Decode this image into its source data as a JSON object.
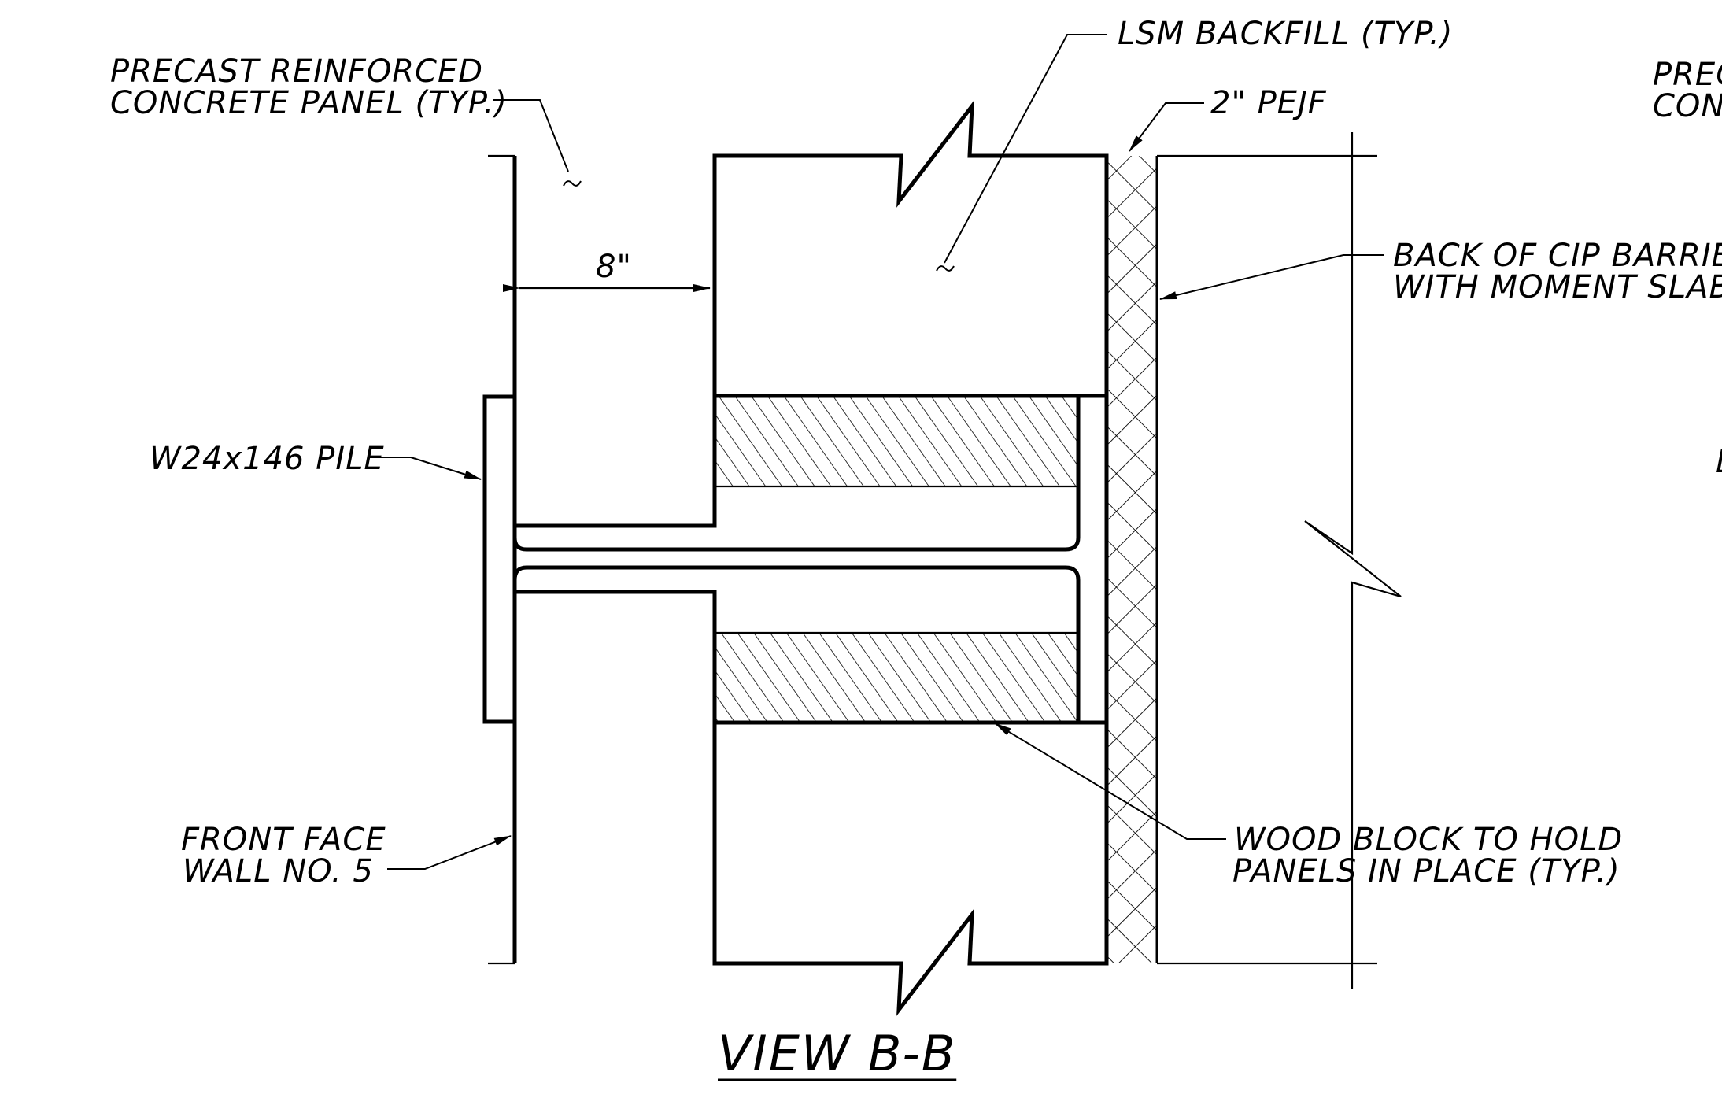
{
  "title": "VIEW B-B",
  "labels": {
    "precast_panel_line1": "PRECAST REINFORCED",
    "precast_panel_line2": "CONCRETE PANEL (TYP.)",
    "lsm_backfill": "LSM BACKFILL (TYP.)",
    "pejf": "2\" PEJF",
    "right_cut_line1": "PREC",
    "right_cut_line2": "CONC",
    "cip_barrier_line1": "BACK OF CIP BARRIER",
    "cip_barrier_line2": "WITH MOMENT SLAB",
    "pile": "W24x146 PILE",
    "dimension_8": "8\"",
    "front_face_line1": "FRONT FACE",
    "front_face_line2": "WALL NO. 5",
    "wood_block_line1": "WOOD BLOCK TO HOLD",
    "wood_block_line2": "PANELS IN PLACE (TYP.)",
    "right_edge_fragment": "L"
  },
  "colors": {
    "line": "#000000",
    "background": "#ffffff"
  }
}
